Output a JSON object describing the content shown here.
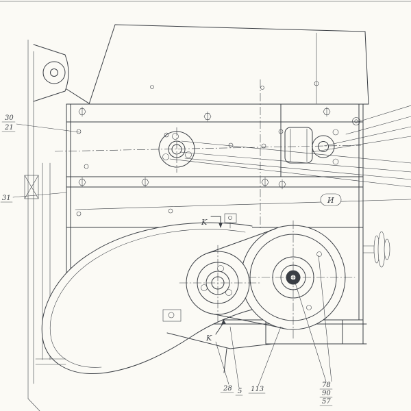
{
  "colors": {
    "ink": "#3a3e44",
    "paper": "#fbfaf5"
  },
  "callouts": {
    "left_top_num": "30",
    "left_top_den": "21",
    "left_mid": "31",
    "section_top": "K",
    "section_bottom": "K",
    "view_marker": "И",
    "bottom": [
      "28",
      "5",
      "113"
    ],
    "bottom_right": [
      "78",
      "90",
      "57"
    ]
  }
}
